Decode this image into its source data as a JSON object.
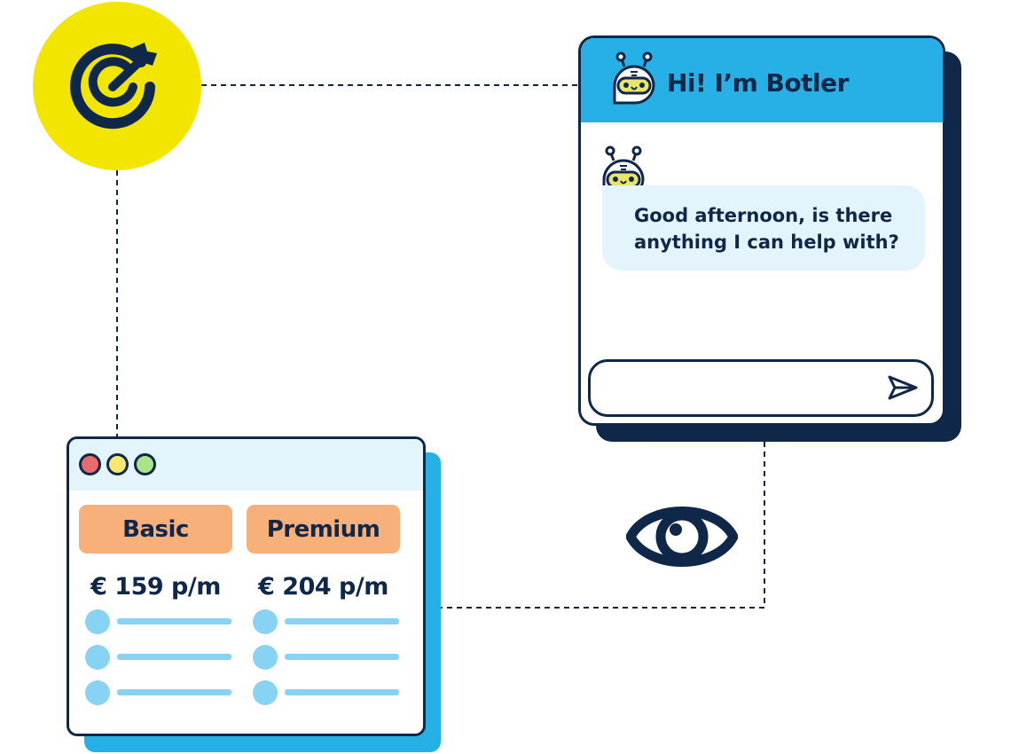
{
  "chatbot": {
    "title": "Hi! I’m Botler",
    "message": "Good afternoon, is there anything I can help with?",
    "input_value": ""
  },
  "pricing": {
    "plans": [
      {
        "name": "Basic",
        "price": "€ 159 p/m"
      },
      {
        "name": "Premium",
        "price": "€ 204 p/m"
      }
    ]
  },
  "icons": {
    "target": "target-arrow-icon",
    "robot": "robot-avatar-icon",
    "send": "send-icon",
    "eye": "eye-icon"
  },
  "colors": {
    "navy": "#0f2748",
    "yellow": "#f2e500",
    "blue": "#27b0e6",
    "light_blue": "#88d3f3",
    "bubble": "#e4f4fc",
    "orange": "#f8b07a",
    "red_dot": "#e66b6b",
    "yellow_dot": "#f7e96e",
    "green_dot": "#a8e48a"
  }
}
